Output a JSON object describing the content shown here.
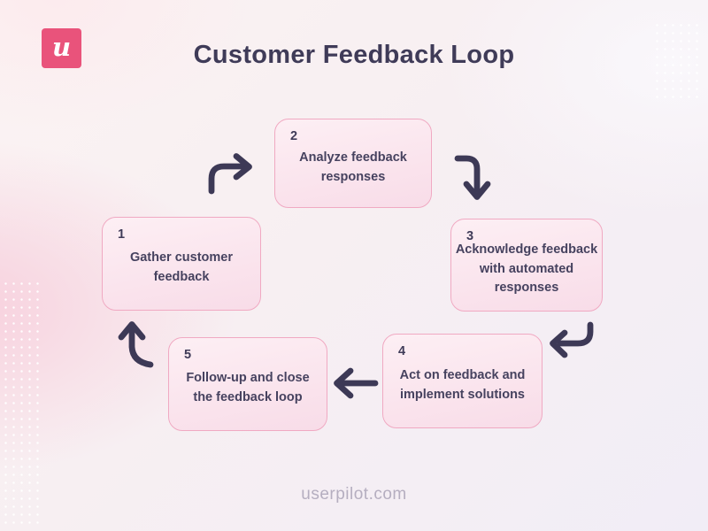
{
  "header": {
    "title": "Customer Feedback Loop",
    "logo_letter": "u"
  },
  "steps": [
    {
      "number": "1",
      "label": "Gather customer feedback"
    },
    {
      "number": "2",
      "label": "Analyze feedback responses"
    },
    {
      "number": "3",
      "label": "Acknowledge feedback with automated responses"
    },
    {
      "number": "4",
      "label": "Act on feedback and implement solutions"
    },
    {
      "number": "5",
      "label": "Follow-up and close the feedback loop"
    }
  ],
  "footer": {
    "site": "userpilot.com"
  },
  "colors": {
    "brand-pink": "#e9537b",
    "ink": "#3f3b58",
    "arrow": "#3d3956",
    "box-border": "#f0a9c2",
    "box-fill-top": "#fdeff4",
    "box-fill-bottom": "#f8dce8",
    "footer-text": "#b5aec0"
  }
}
